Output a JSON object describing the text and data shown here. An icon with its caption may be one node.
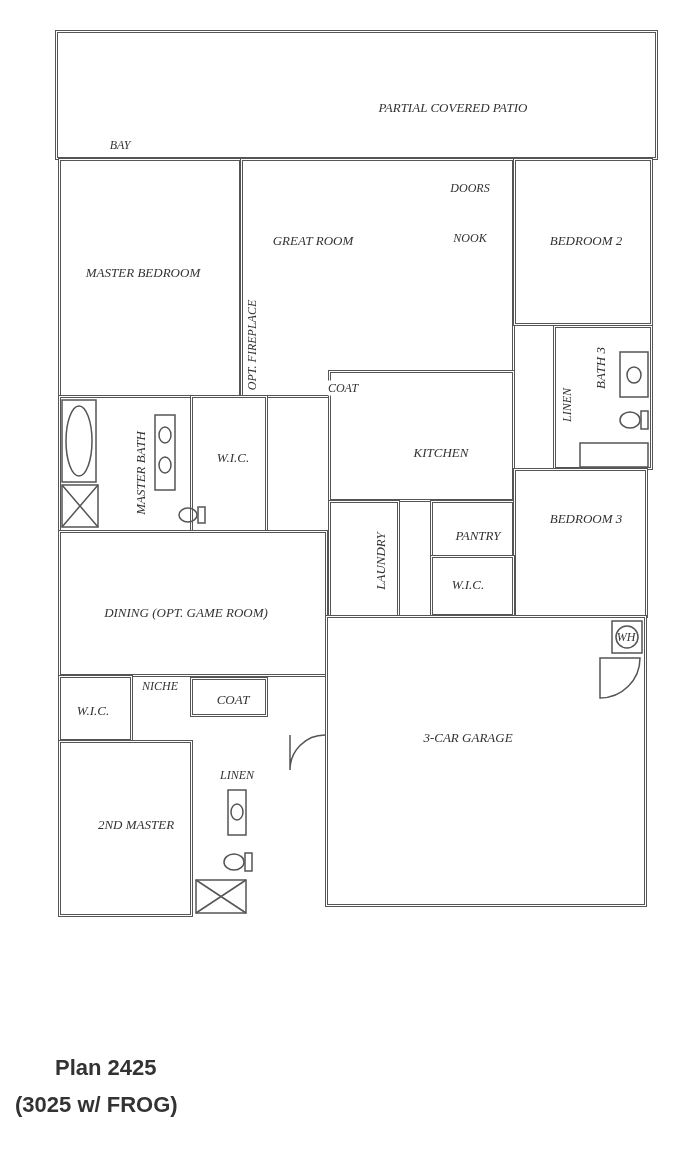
{
  "diagram": {
    "title": "Plan 2425",
    "caption": "(3025 w/ FROG)",
    "nodes": [
      {
        "text": [
          "PARTIAL COVERED PATIO"
        ]
      },
      {
        "text": [
          "MASTER BEDROOM"
        ]
      },
      {
        "text": [
          "GREAT ROOM"
        ]
      },
      {
        "text": [
          "BEDROOM 2"
        ]
      },
      {
        "text": [
          "MASTER BATH"
        ]
      },
      {
        "text": [
          "W.I.C."
        ]
      },
      {
        "text": [
          "KITCHEN"
        ]
      },
      {
        "text": [
          "BATH 3"
        ]
      },
      {
        "text": [
          "LAUNDRY"
        ]
      },
      {
        "text": [
          "PANTRY"
        ]
      },
      {
        "text": [
          "BEDROOM 3"
        ]
      },
      {
        "text": [
          "W.I.C."
        ]
      },
      {
        "text": [
          "DINING (OPT. GAME ROOM)"
        ]
      },
      {
        "text": [
          "3-CAR GARAGE"
        ]
      },
      {
        "text": [
          "W.I.C."
        ]
      },
      {
        "text": [
          "COAT"
        ]
      },
      {
        "text": [
          "2ND MASTER"
        ]
      }
    ],
    "labels": [
      "BAY",
      "DOORS",
      "NOOK",
      "OPT. FIREPLACE",
      "COAT",
      "LINEN",
      "NICHE",
      "WH",
      "LINEN"
    ]
  }
}
